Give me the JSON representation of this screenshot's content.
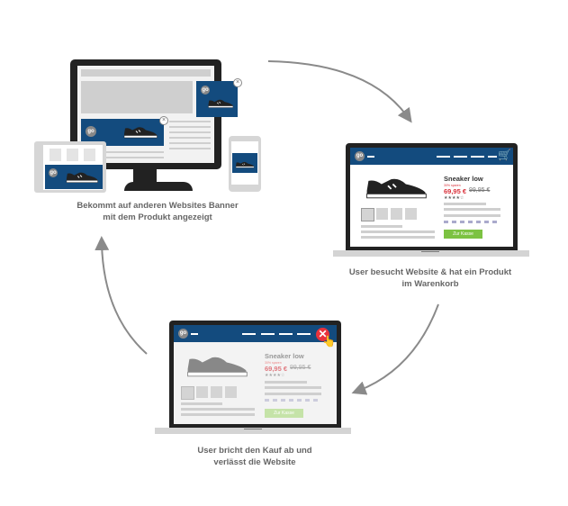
{
  "steps": [
    {
      "caption_line1": "Bekommt auf anderen Websites Banner",
      "caption_line2": "mit dem Produkt angezeigt"
    },
    {
      "caption_line1": "User besucht Website & hat ein Produkt",
      "caption_line2": "im Warenkorb"
    },
    {
      "caption_line1": "User bricht den Kauf ab und",
      "caption_line2": "verlässt die Website"
    }
  ],
  "shop": {
    "logo": "go",
    "product_name": "Sneaker low",
    "discount": "30% sparen",
    "price": "69,95 €",
    "old_price": "99,95 €",
    "rating": "★★★★☆",
    "cta": "Zur Kasse"
  },
  "banner_close": "×",
  "colors": {
    "brand": "#134b7e",
    "price": "#d9303a",
    "cta": "#7cc242",
    "close": "#e8323c"
  }
}
